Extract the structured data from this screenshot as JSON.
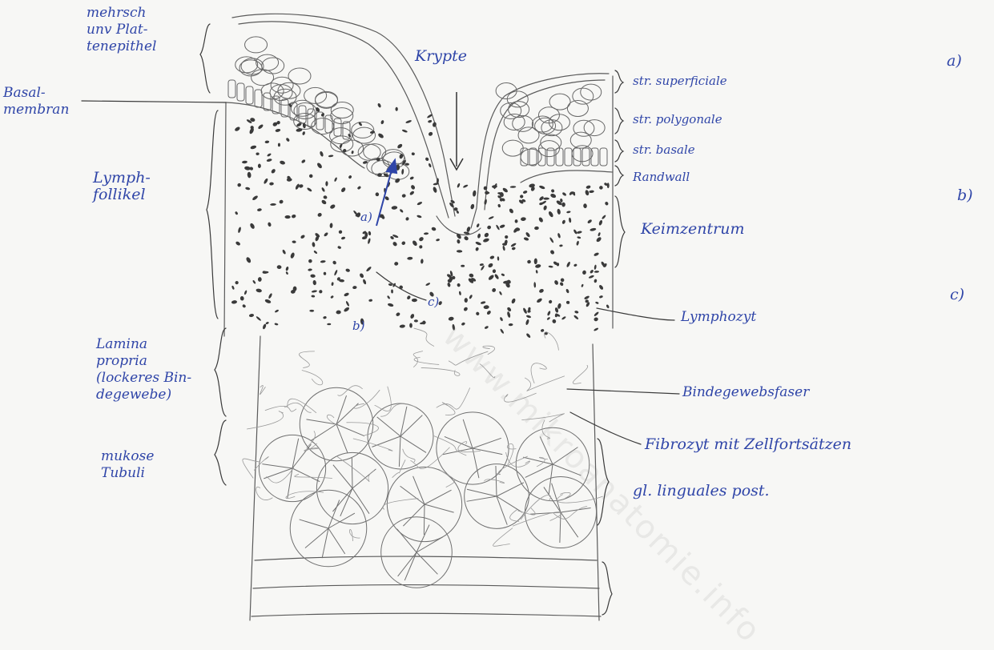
{
  "left_labels": {
    "epithel": [
      "mehrsch",
      "unv Plat-",
      "tenepithel"
    ],
    "basalmembran": [
      "Basal-",
      "membran"
    ],
    "lymphfollikel": [
      "Lymph-",
      "follikel"
    ],
    "lamina_propria": [
      "Lamina",
      "propria",
      "(lockeres Bin-",
      "degewebe)"
    ],
    "mukoese_tubuli": [
      "mukose",
      "Tubuli"
    ]
  },
  "right_labels": {
    "krypte": "Krypte",
    "str_superficiale": "str. superficiale",
    "str_polygonale": "str. polygonale",
    "str_basale": "str. basale",
    "randwall": "Randwall",
    "keimzentrum": "Keimzentrum",
    "lymphozyt": "Lymphozyt",
    "bindegewebsfaser": "Bindegewebsfaser",
    "fibrozyt": "Fibrozyt mit Zellfortsätzen",
    "gl_linguales": "gl. linguales post."
  },
  "markers": {
    "a_right": "a)",
    "b_right": "b)",
    "c_right": "c)",
    "a_inner": "a)",
    "b_inner": "b)",
    "c_inner": "c)"
  },
  "watermark": "www.mikroanatomie.info"
}
